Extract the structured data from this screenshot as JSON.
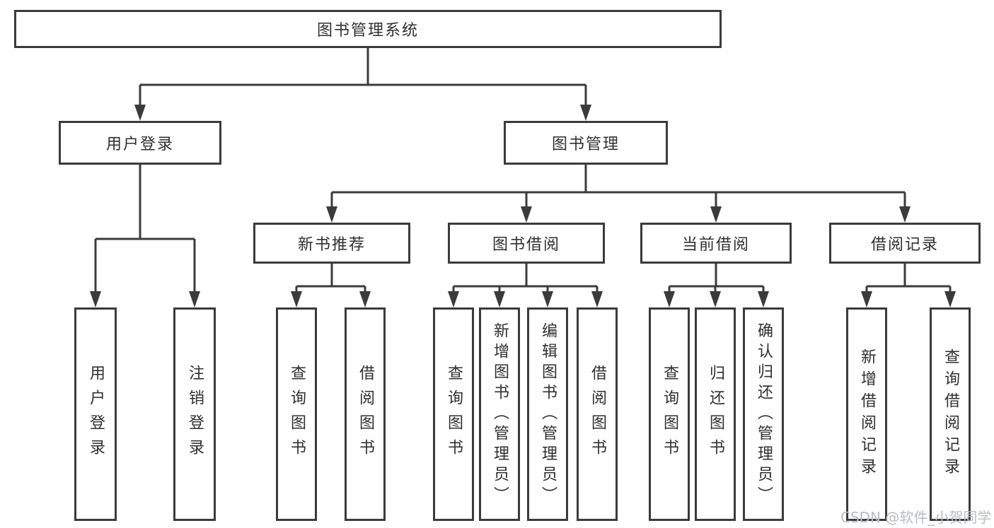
{
  "diagram": {
    "type": "tree",
    "orientation": "top-down",
    "colors": {
      "line": "#3b3b3d",
      "box_border": "#3b3b3d",
      "box_fill": "#ffffff",
      "text": "#2f2f31",
      "watermark": "#b9bcc0",
      "background": "#ffffff"
    },
    "tree": {
      "root": "图书管理系统",
      "branches": [
        {
          "label": "用户登录",
          "children": [
            {
              "label": "用户登录"
            },
            {
              "label": "注销登录"
            }
          ]
        },
        {
          "label": "图书管理",
          "children": [
            {
              "label": "新书推荐",
              "children": [
                {
                  "label": "查询图书"
                },
                {
                  "label": "借阅图书"
                }
              ]
            },
            {
              "label": "图书借阅",
              "children": [
                {
                  "label": "查询图书"
                },
                {
                  "label": "新增图书（管理员）"
                },
                {
                  "label": "编辑图书（管理员）"
                },
                {
                  "label": "借阅图书"
                }
              ]
            },
            {
              "label": "当前借阅",
              "children": [
                {
                  "label": "查询图书"
                },
                {
                  "label": "归还图书"
                },
                {
                  "label": "确认归还（管理员）"
                }
              ]
            },
            {
              "label": "借阅记录",
              "children": [
                {
                  "label": "新增借阅记录"
                },
                {
                  "label": "查询借阅记录"
                }
              ]
            }
          ]
        }
      ]
    },
    "watermark": "CSDN @软件_小贺同学"
  }
}
